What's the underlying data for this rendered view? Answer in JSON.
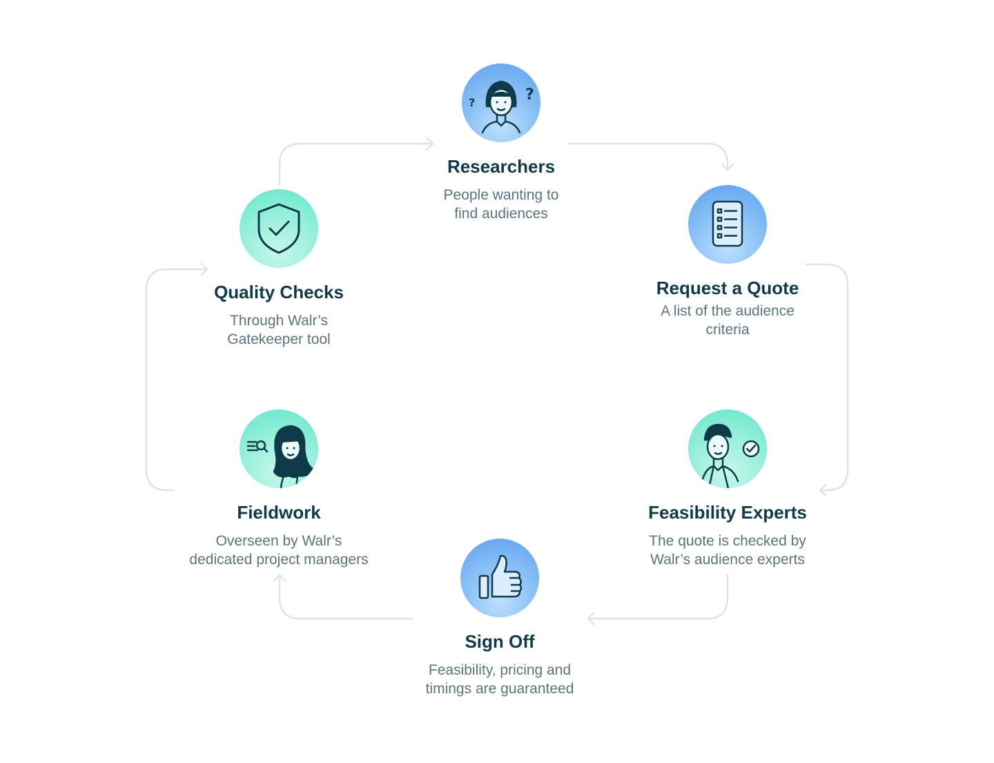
{
  "nodes": {
    "researchers": {
      "title": "Researchers",
      "description": "People wanting to\nfind audiences",
      "icon": "researcher-question-icon",
      "color": "blue"
    },
    "request_quote": {
      "title": "Request a Quote",
      "description": "A list of the audience\ncriteria",
      "icon": "checklist-document-icon",
      "color": "blue"
    },
    "feasibility_experts": {
      "title": "Feasibility Experts",
      "description": "The quote is checked by\nWalr’s audience experts",
      "icon": "expert-check-icon",
      "color": "green"
    },
    "sign_off": {
      "title": "Sign Off",
      "description": "Feasibility, pricing and\ntimings are guaranteed",
      "icon": "thumbs-up-icon",
      "color": "blue"
    },
    "fieldwork": {
      "title": "Fieldwork",
      "description": "Overseen by Walr’s\ndedicated project managers",
      "icon": "manager-search-icon",
      "color": "green"
    },
    "quality_checks": {
      "title": "Quality Checks",
      "description": "Through Walr’s\nGatekeeper tool",
      "icon": "shield-check-icon",
      "color": "green"
    }
  },
  "colors": {
    "title_text": "#0f3a4a",
    "description_text": "#5b7380",
    "connector": "#dde3ea",
    "icon_stroke": "#0f3a4a",
    "blue_circle": "#7fb8f5",
    "green_circle": "#8eeed8"
  }
}
